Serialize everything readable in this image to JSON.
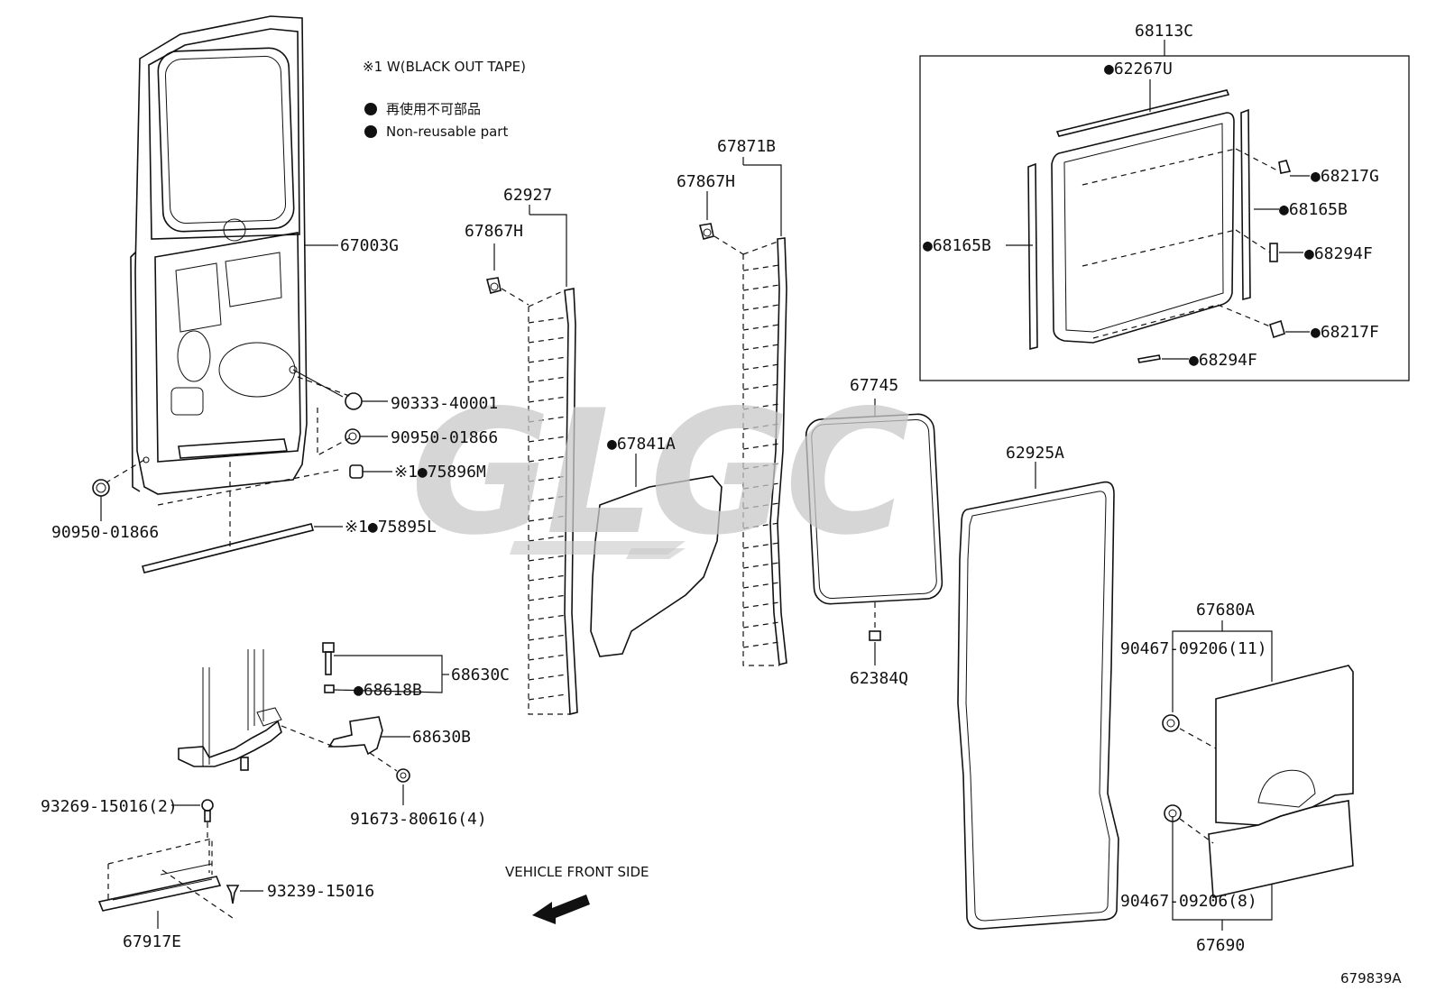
{
  "notes": {
    "line1": "※1 W(BLACK OUT TAPE)",
    "line2": "再使用不可部品",
    "line3": "Non-reusable part"
  },
  "labels": {
    "p67003G": "67003G",
    "p90333_40001": "90333-40001",
    "p90950_01866_right": "90950-01866",
    "p90950_01866_left": "90950-01866",
    "p75896M": "※1●75896M",
    "p75895L": "※1●75895L",
    "p62927": "62927",
    "p67867H_a": "67867H",
    "p67871B": "67871B",
    "p67867H_b": "67867H",
    "p67841A": "●67841A",
    "p67745": "67745",
    "p62384Q": "62384Q",
    "p62925A": "62925A",
    "p68113C": "68113C",
    "p62267U": "●62267U",
    "p68217G": "●68217G",
    "p68165B_right": "●68165B",
    "p68165B_left": "●68165B",
    "p68294F_right": "●68294F",
    "p68217F": "●68217F",
    "p68294F_bottom": "●68294F",
    "p68630C": "68630C",
    "p68618B": "●68618B",
    "p68630B": "68630B",
    "p91673_80616": "91673-80616(4)",
    "p93269_15016": "93269-15016(2)",
    "p93239_15016": "93239-15016",
    "p67917E": "67917E",
    "p67680A": "67680A",
    "p90467_09206_11": "90467-09206(11)",
    "p90467_09206_8": "90467-09206(8)",
    "p67690": "67690"
  },
  "vehicle_front": "VEHICLE FRONT SIDE",
  "diagram_id": "679839A",
  "watermark": "GLGC"
}
